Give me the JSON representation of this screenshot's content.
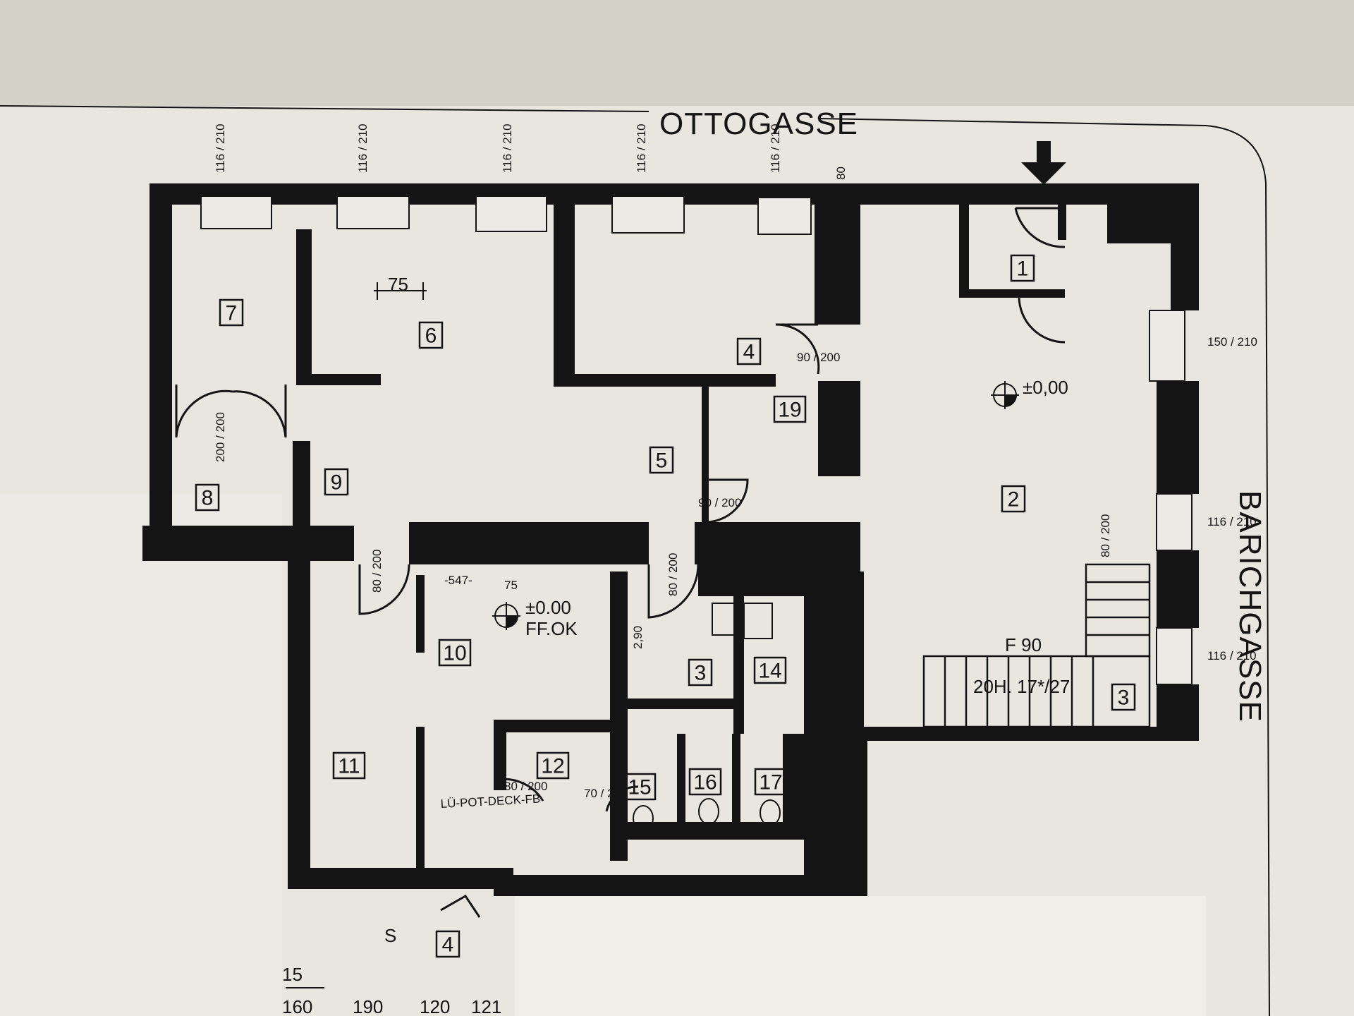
{
  "streets": {
    "north": "OTTOGASSE",
    "east": "BARICHGASSE"
  },
  "rooms": [
    {
      "id": "room-1",
      "num": "1"
    },
    {
      "id": "room-2",
      "num": "2"
    },
    {
      "id": "room-3a",
      "num": "3"
    },
    {
      "id": "room-3b",
      "num": "3"
    },
    {
      "id": "room-4a",
      "num": "4"
    },
    {
      "id": "room-4b",
      "num": "4"
    },
    {
      "id": "room-5",
      "num": "5"
    },
    {
      "id": "room-6",
      "num": "6"
    },
    {
      "id": "room-7",
      "num": "7"
    },
    {
      "id": "room-8",
      "num": "8"
    },
    {
      "id": "room-9",
      "num": "9"
    },
    {
      "id": "room-10",
      "num": "10"
    },
    {
      "id": "room-11",
      "num": "11"
    },
    {
      "id": "room-12",
      "num": "12"
    },
    {
      "id": "room-14",
      "num": "14"
    },
    {
      "id": "room-15",
      "num": "15"
    },
    {
      "id": "room-16",
      "num": "16"
    },
    {
      "id": "room-17",
      "num": "17"
    },
    {
      "id": "room-19",
      "num": "19"
    }
  ],
  "labels": {
    "level_upper": "±0,00",
    "level_lower": "±0.00",
    "ff_ok": "FF.OK",
    "stair_note": "20H. 17*/27",
    "fire_rating": "F 90",
    "letter_s": "S",
    "dim_75_top": "75",
    "dim_547": "-547-",
    "dim_75_lower": "75",
    "lueftung": "LÜ-POT-DECK-FB",
    "dim_80": "80",
    "dim_290": "2,90"
  },
  "windows_north": [
    "116 / 210",
    "116 / 210",
    "116 / 210",
    "116 / 210",
    "116 / 210"
  ],
  "windows_east": [
    "150 / 210",
    "116 / 210",
    "116 / 210"
  ],
  "doors": [
    "90 / 200",
    "90 / 200",
    "80 / 200",
    "80 / 200",
    "80 / 200",
    "80 / 200",
    "70 / 200",
    "200 / 200",
    "80 / 200"
  ],
  "bottom_dims": [
    "160",
    "190",
    "120",
    "121",
    "15"
  ]
}
